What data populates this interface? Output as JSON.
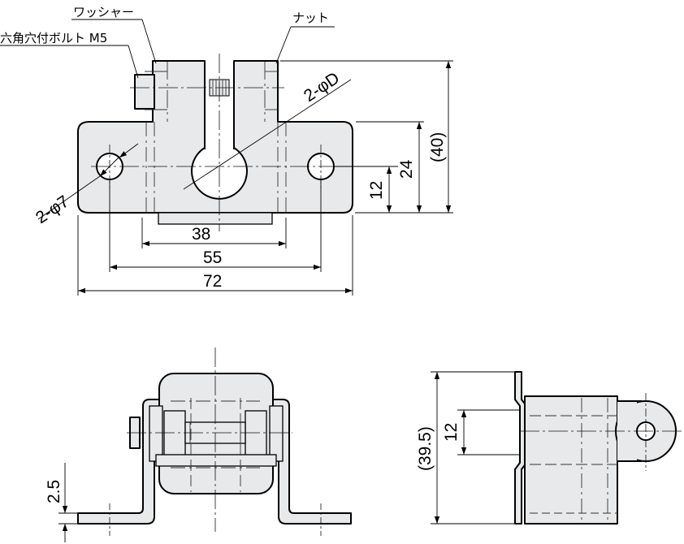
{
  "callouts": {
    "washer": "ワッシャー",
    "hex_bolt": "六角穴付ボルト M5",
    "nut": "ナット",
    "hole_2_phi_7": "2-φ7",
    "hole_2_phi_d": "2-φD"
  },
  "dimensions": {
    "d38": "38",
    "d55": "55",
    "d72": "72",
    "d12_front": "12",
    "d24": "24",
    "d40": "(40)",
    "d2_5": "2.5",
    "d12_side": "12",
    "d39_5": "(39.5)"
  },
  "colors": {
    "part_fill": "#e8e9ea",
    "line": "#000000",
    "background": "#ffffff"
  }
}
